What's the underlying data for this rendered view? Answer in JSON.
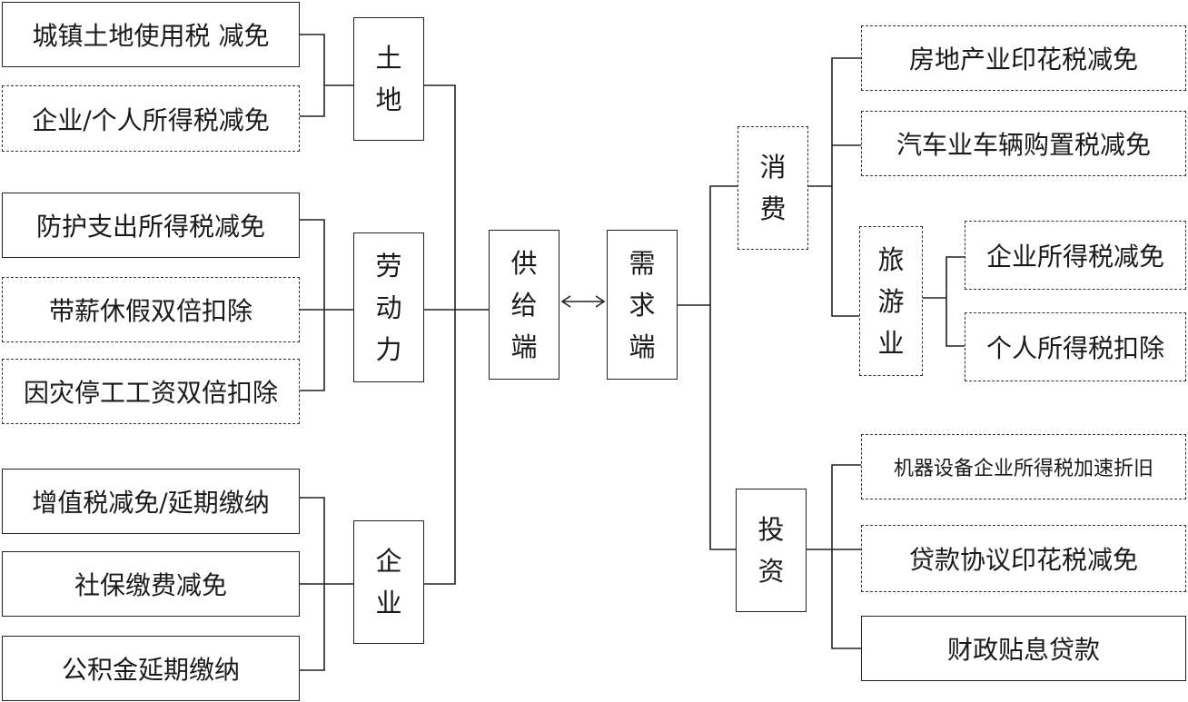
{
  "core": {
    "supply": [
      "供",
      "给",
      "端"
    ],
    "demand": [
      "需",
      "求",
      "端"
    ]
  },
  "supply_side": {
    "land": {
      "label": [
        "土",
        "地"
      ],
      "items": [
        "城镇土地使用税 减免",
        "企业/个人所得税减免"
      ]
    },
    "labor": {
      "label": [
        "劳",
        "动",
        "力"
      ],
      "items": [
        "防护支出所得税减免",
        "带薪休假双倍扣除",
        "因灾停工工资双倍扣除"
      ]
    },
    "enterprise": {
      "label": [
        "企",
        "业"
      ],
      "items": [
        "增值税减免/延期缴纳",
        "社保缴费减免",
        "公积金延期缴纳"
      ]
    }
  },
  "demand_side": {
    "consumption": {
      "label": [
        "消",
        "费"
      ],
      "items": [
        "房地产业印花税减免",
        "汽车业车辆购置税减免"
      ],
      "tourism": {
        "label": [
          "旅",
          "游",
          "业"
        ],
        "items": [
          "企业所得税减免",
          "个人所得税扣除"
        ]
      }
    },
    "investment": {
      "label": [
        "投",
        "资"
      ],
      "items": [
        "机器设备企业所得税加速折旧",
        "贷款协议印花税减免",
        "财政贴息贷款"
      ]
    }
  }
}
